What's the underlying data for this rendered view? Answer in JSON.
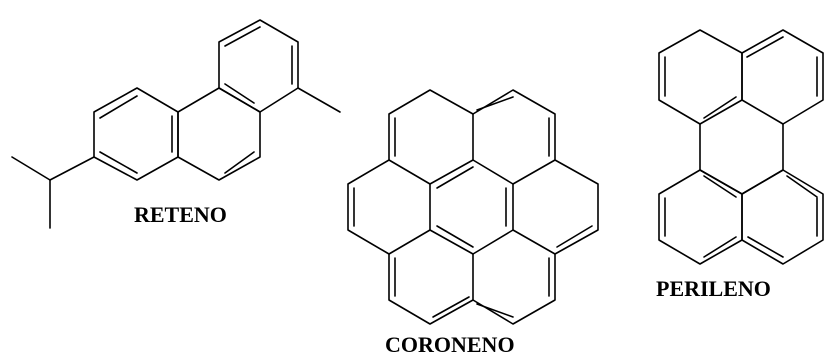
{
  "molecules": [
    {
      "id": "reteno",
      "name": "RETENO"
    },
    {
      "id": "coroneno",
      "name": "CORONENO"
    },
    {
      "id": "perileno",
      "name": "PERILENO"
    }
  ],
  "colors": {
    "line": "#000000",
    "background": "#ffffff"
  }
}
